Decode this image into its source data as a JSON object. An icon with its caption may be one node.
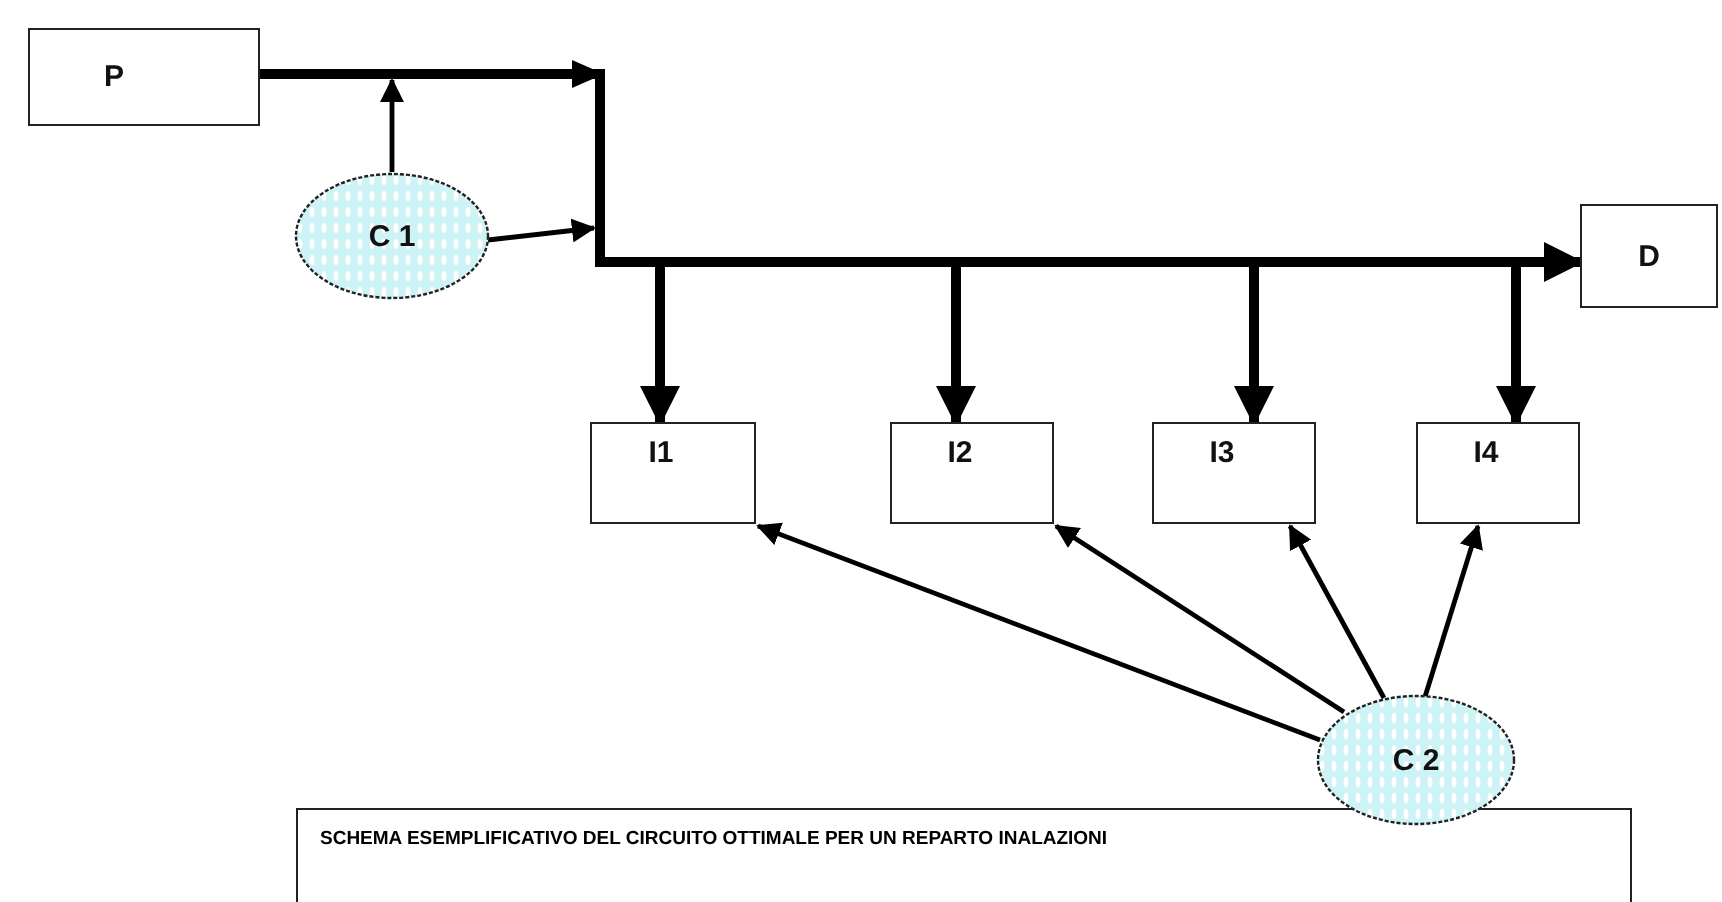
{
  "diagram": {
    "caption": "SCHEMA ESEMPLIFICATIVO DEL CIRCUITO OTTIMALE PER UN REPARTO INALAZIONI",
    "nodes": [
      {
        "text": [
          "P"
        ]
      },
      {
        "text": [
          "C 1"
        ]
      },
      {
        "text": [
          "D"
        ]
      },
      {
        "text": [
          "I1"
        ]
      },
      {
        "text": [
          "I2"
        ]
      },
      {
        "text": [
          "I3"
        ]
      },
      {
        "text": [
          "I4"
        ]
      },
      {
        "text": [
          "C 2"
        ]
      }
    ],
    "edges": [
      {
        "from": 0,
        "to": 2,
        "arrow": "to",
        "style": "thick"
      },
      {
        "from": 0,
        "to": 3,
        "arrow": "to",
        "style": "thick"
      },
      {
        "from": 0,
        "to": 4,
        "arrow": "to",
        "style": "thick"
      },
      {
        "from": 0,
        "to": 5,
        "arrow": "to",
        "style": "thick"
      },
      {
        "from": 0,
        "to": 6,
        "arrow": "to",
        "style": "thick"
      },
      {
        "from": 1,
        "to": null,
        "arrow": "to"
      },
      {
        "from": 1,
        "to": null,
        "arrow": "to"
      },
      {
        "from": 7,
        "to": 3,
        "arrow": "to"
      },
      {
        "from": 7,
        "to": 4,
        "arrow": "to"
      },
      {
        "from": 7,
        "to": 5,
        "arrow": "to"
      },
      {
        "from": 7,
        "to": 6,
        "arrow": "to"
      }
    ]
  }
}
